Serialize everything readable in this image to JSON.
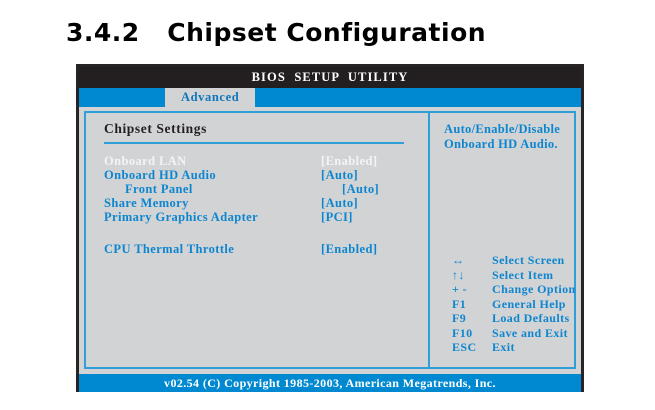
{
  "heading": "3.4.2   Chipset Configuration",
  "bios": {
    "title": "BIOS  SETUP  UTILITY",
    "tabs": [
      {
        "label": "Advanced",
        "active": true
      }
    ],
    "left_panel": {
      "section_title": "Chipset Settings",
      "rows": [
        {
          "label": "Onboard LAN",
          "value": "[Enabled]",
          "selected": true,
          "indent": false,
          "gap_before": false
        },
        {
          "label": "Onboard HD Audio",
          "value": "[Auto]",
          "selected": false,
          "indent": false,
          "gap_before": false
        },
        {
          "label": "Front Panel",
          "value": "[Auto]",
          "selected": false,
          "indent": true,
          "gap_before": false
        },
        {
          "label": "Share Memory",
          "value": "[Auto]",
          "selected": false,
          "indent": false,
          "gap_before": false
        },
        {
          "label": "Primary Graphics Adapter",
          "value": "[PCI]",
          "selected": false,
          "indent": false,
          "gap_before": false
        },
        {
          "label": "CPU Thermal Throttle",
          "value": "[Enabled]",
          "selected": false,
          "indent": false,
          "gap_before": true
        }
      ]
    },
    "right_panel": {
      "help_line1": "Auto/Enable/Disable",
      "help_line2": "Onboard HD Audio.",
      "keys": [
        {
          "key": "↔",
          "desc": "Select Screen"
        },
        {
          "key": "↑↓",
          "desc": "Select Item"
        },
        {
          "key": "+ -",
          "desc": "Change Option"
        },
        {
          "key": "F1",
          "desc": "General Help"
        },
        {
          "key": "F9",
          "desc": "Load Defaults"
        },
        {
          "key": "F10",
          "desc": "Save and Exit"
        },
        {
          "key": "ESC",
          "desc": "Exit"
        }
      ]
    },
    "footer": "v02.54 (C) Copyright 1985-2003, American Megatrends, Inc."
  },
  "colors": {
    "accent_blue": "#0089d0",
    "text_blue": "#0e86cf",
    "panel_bg": "#d2d3d5",
    "titlebar_bg": "#231f20",
    "selected_text": "#f2f4f5"
  }
}
